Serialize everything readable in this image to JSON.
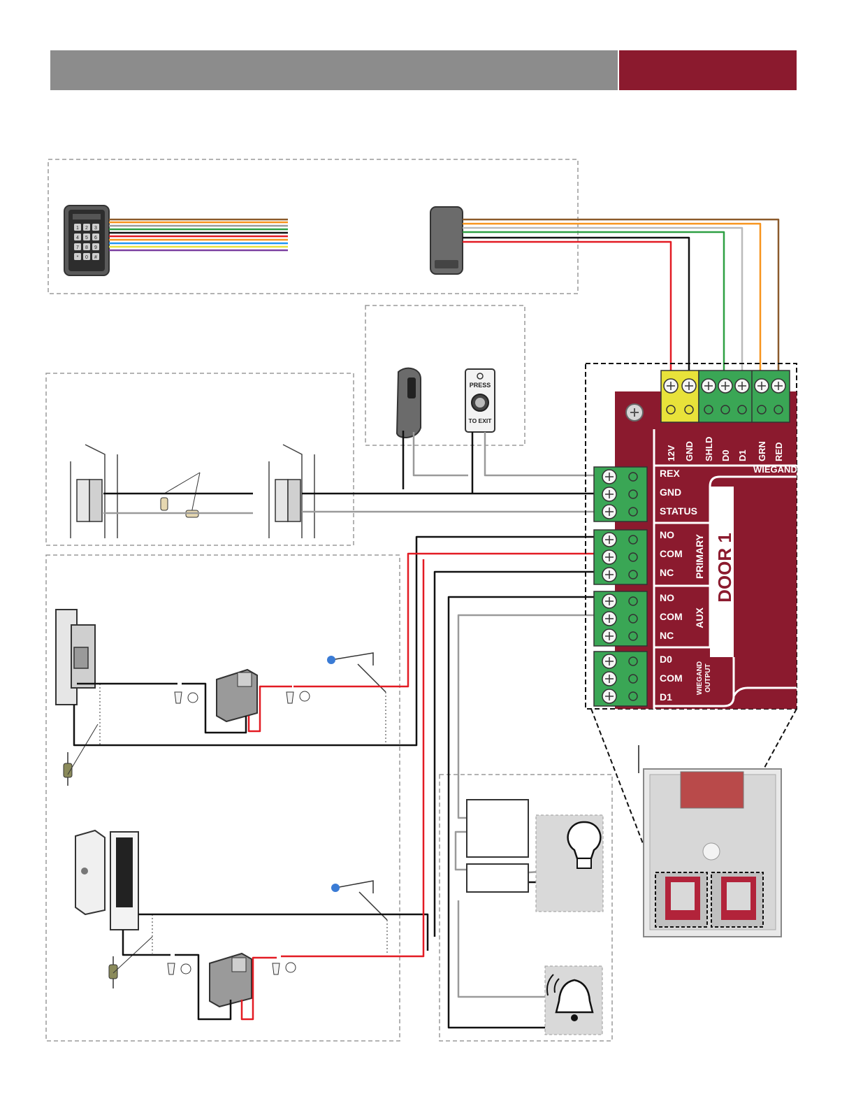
{
  "colors": {
    "header_gray": "#8c8c8c",
    "header_red": "#8b1a2e",
    "board_red": "#8b1a2e",
    "terminal_green": "#3aa655",
    "terminal_yellow": "#e8e23a",
    "wire_red": "#e31b23",
    "wire_black": "#111111",
    "wire_gray": "#9a9a9a",
    "wire_green": "#2ea043",
    "wire_orange": "#f7941d",
    "wire_brown": "#8b5a2b",
    "dashed_box": "#9a9a9a"
  },
  "exit_button": {
    "line1": "PRESS",
    "line2": "TO EXIT"
  },
  "wiegand_terminals": [
    "12V",
    "GND",
    "SHLD",
    "D0",
    "D1",
    "GRN",
    "RED"
  ],
  "wiegand_header": "WIEGAND",
  "input_terminals": [
    "REX",
    "GND",
    "STATUS"
  ],
  "primary_terminals": [
    "NO",
    "COM",
    "NC"
  ],
  "primary_label": "PRIMARY",
  "aux_terminals": [
    "NO",
    "COM",
    "NC"
  ],
  "aux_label": "AUX",
  "wiegand_output_terminals": [
    "D0",
    "COM",
    "D1"
  ],
  "wiegand_output_label_1": "WIEGAND",
  "wiegand_output_label_2": "OUTPUT",
  "door_label": "DOOR 1",
  "keypad_keys": [
    "1",
    "2",
    "3",
    "4",
    "5",
    "6",
    "7",
    "8",
    "9",
    "*",
    "0",
    "#"
  ]
}
